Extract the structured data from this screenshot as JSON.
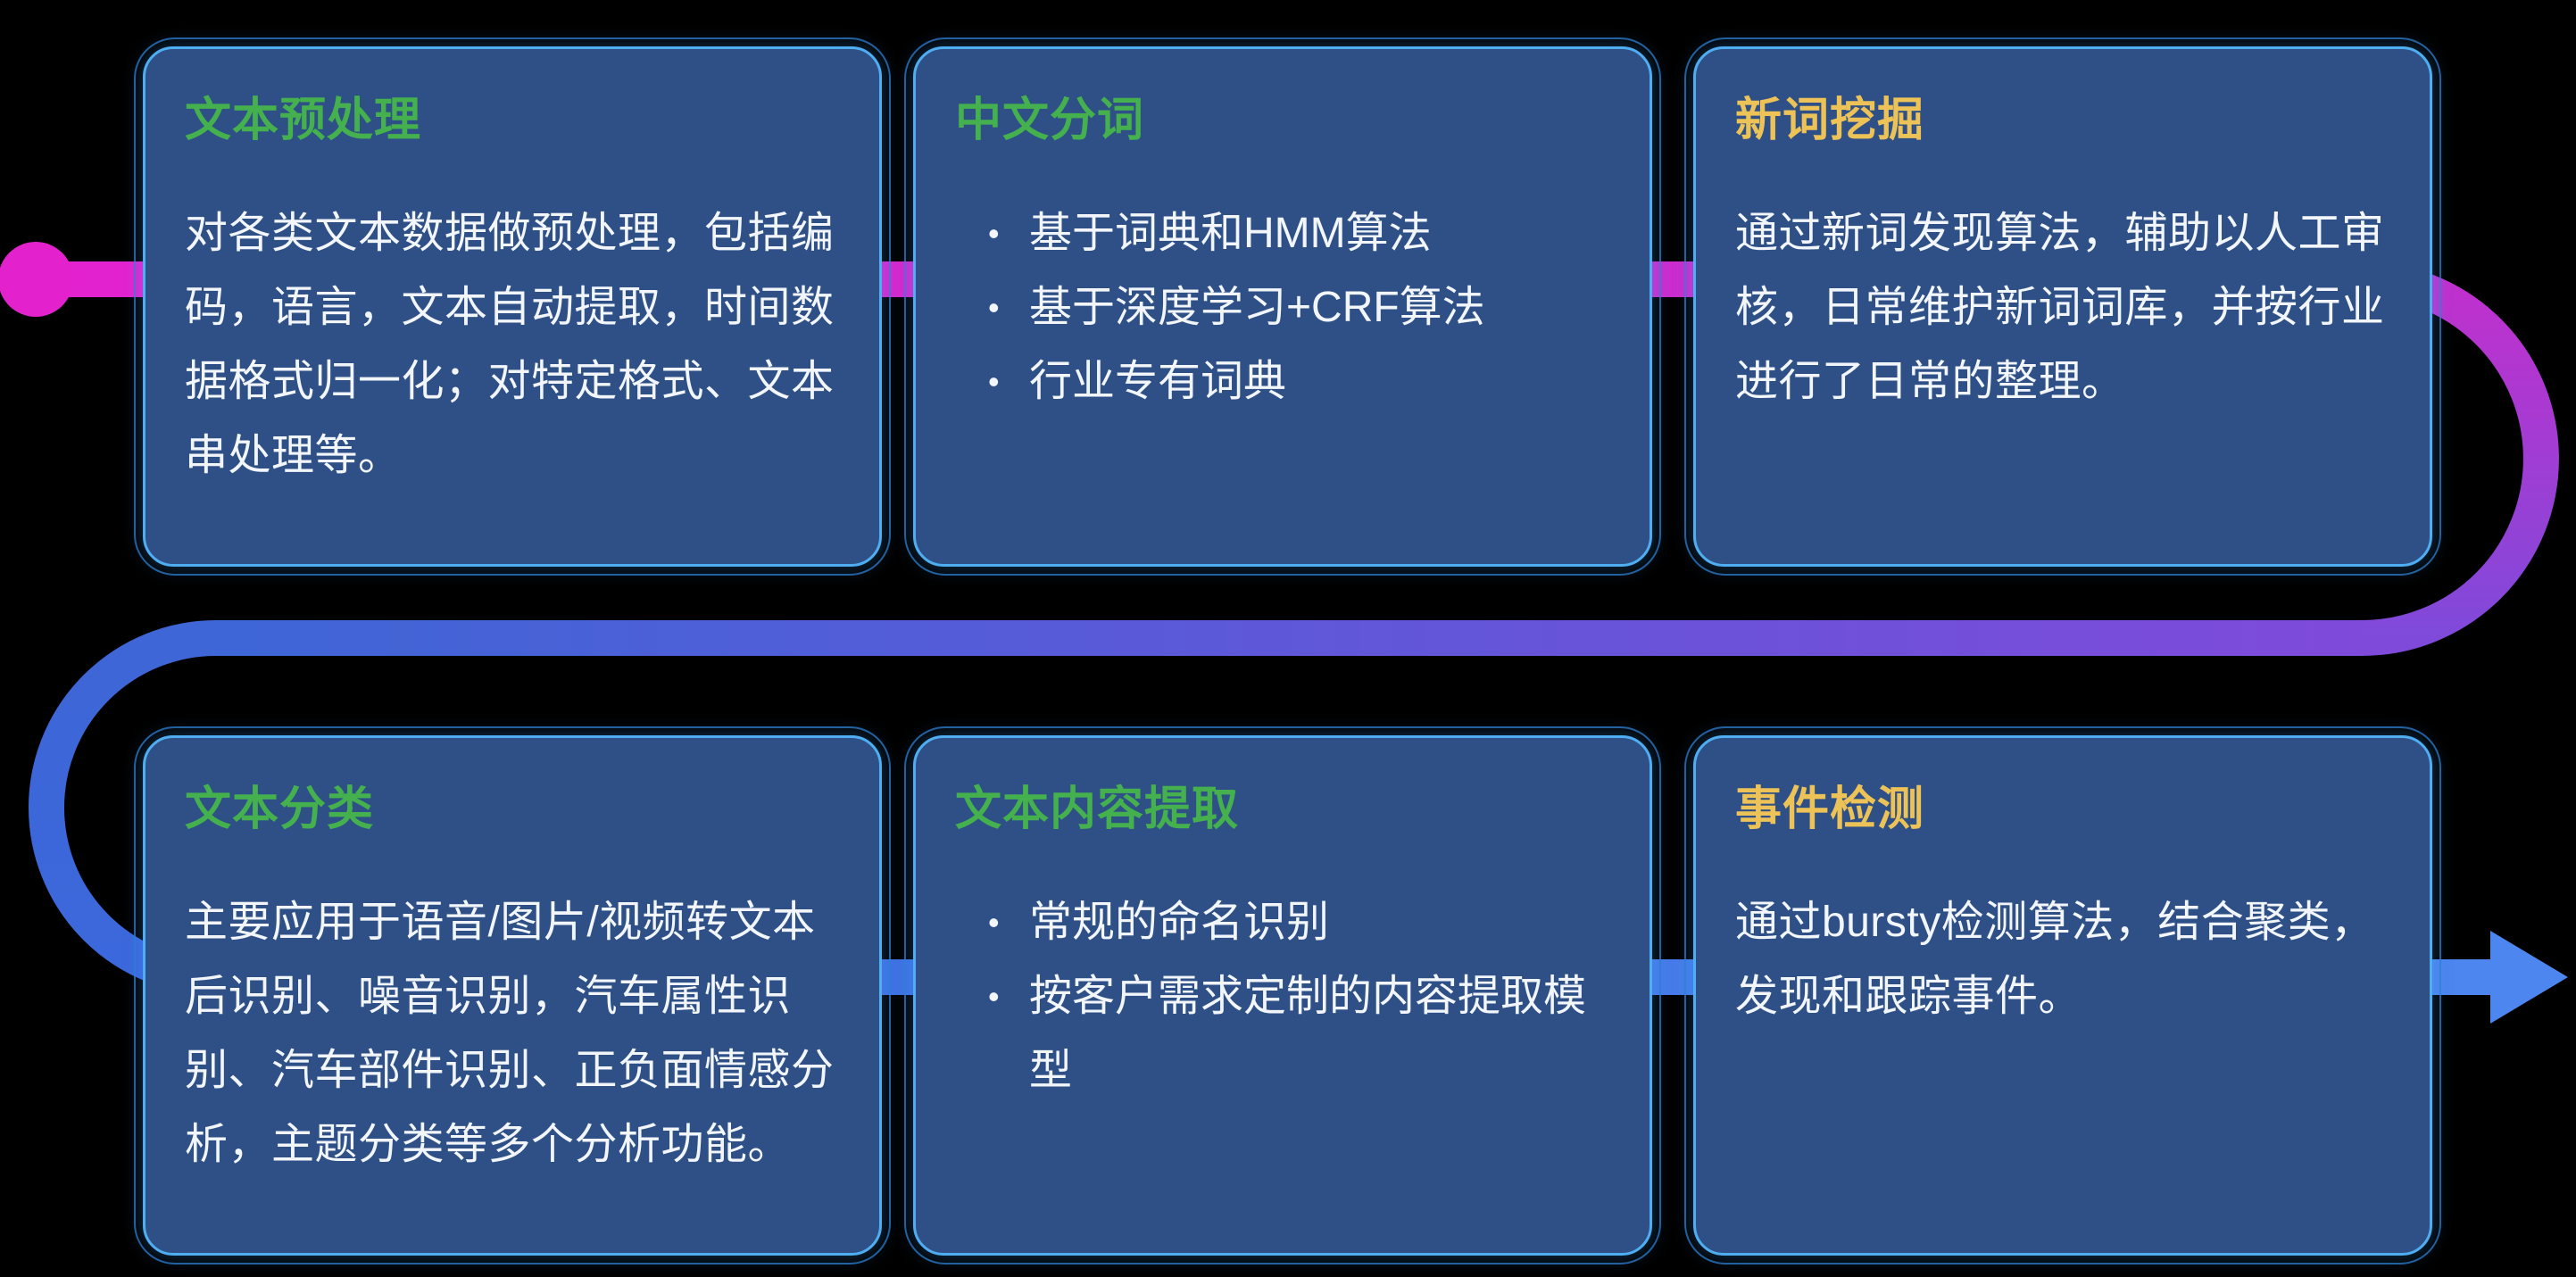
{
  "palette": {
    "background": "#000000",
    "card_bg": "#2E5086",
    "card_border": "#4FAEF2",
    "card_outer_ring": "#2E7FD2",
    "body_text": "#F2F6FB",
    "title_green": "#45B14E",
    "title_yellow": "#EDC357"
  },
  "flow": {
    "start_magenta": "#E322CE",
    "magenta_purple": "#C130CD",
    "purple": "#7F4ADA",
    "blue": "#3E66D6",
    "blue2": "#3B68DC",
    "arrow_blue": "#4C86EE"
  },
  "glyphs": {
    "bullet": "•"
  },
  "cards": [
    {
      "title": "文本预处理",
      "title_color": "#45B14E",
      "body": "对各类文本数据做预处理，包括编码，语言，文本自动提取，时间数据格式归一化；对特定格式、文本串处理等。"
    },
    {
      "title": "中文分词",
      "title_color": "#45B14E",
      "items": [
        "基于词典和HMM算法",
        "基于深度学习+CRF算法",
        "行业专有词典"
      ]
    },
    {
      "title": "新词挖掘",
      "title_color": "#EDC357",
      "body": "通过新词发现算法，辅助以人工审核，日常维护新词词库，并按行业进行了日常的整理。"
    },
    {
      "title": "文本分类",
      "title_color": "#45B14E",
      "body": "主要应用于语音/图片/视频转文本后识别、噪音识别，汽车属性识别、汽车部件识别、正负面情感分析，主题分类等多个分析功能。"
    },
    {
      "title": "文本内容提取",
      "title_color": "#45B14E",
      "items": [
        "常规的命名识别",
        "按客户需求定制的内容提取模型"
      ]
    },
    {
      "title": "事件检测",
      "title_color": "#EDC357",
      "body": "通过bursty检测算法，结合聚类，发现和跟踪事件。"
    }
  ]
}
